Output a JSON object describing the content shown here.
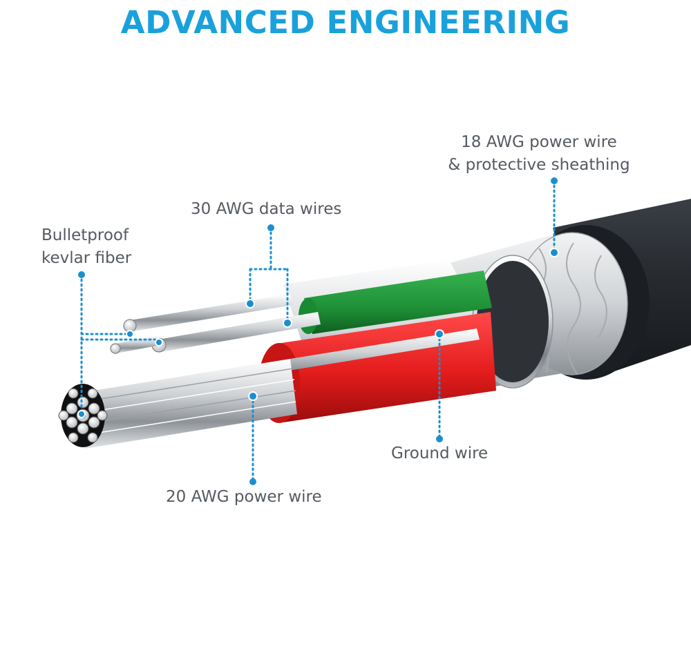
{
  "title": "ADVANCED ENGINEERING",
  "colors": {
    "title": "#1aa1db",
    "accent": "#1a8fd0",
    "label": "#555a60",
    "outer_jacket": "#2a2e33",
    "green_insulation": "#1f8f36",
    "red_insulation": "#e41c1c",
    "metal": "#c8cbcf"
  },
  "labels": {
    "power18": [
      "18 AWG power wire",
      "& protective sheathing"
    ],
    "data30": "30 AWG data wires",
    "kevlar": [
      "Bulletproof",
      "kevlar fiber"
    ],
    "ground": "Ground wire",
    "power20": "20 AWG power wire"
  }
}
